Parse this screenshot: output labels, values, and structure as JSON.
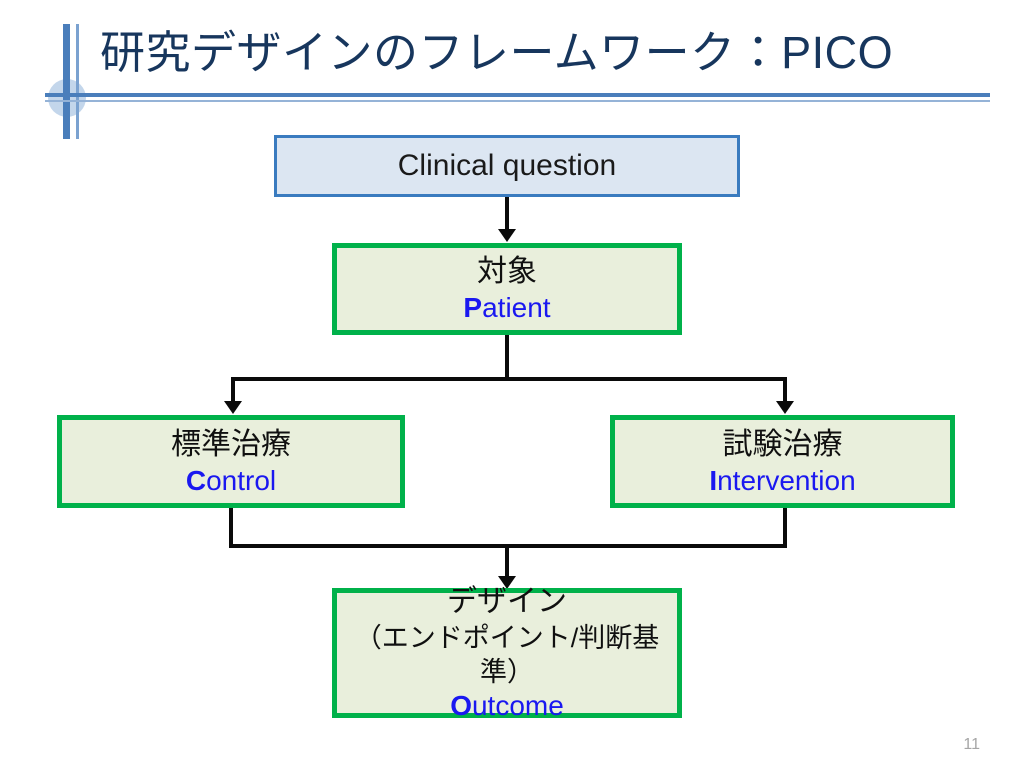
{
  "slide": {
    "title": "研究デザインのフレームワーク：PICO",
    "page_number": "11",
    "colors": {
      "title_text": "#17365D",
      "rule_primary": "#4A7EBB",
      "rule_secondary": "#95B3D7",
      "blue_box_fill": "#DCE6F2",
      "blue_box_border": "#3A7BBF",
      "green_box_fill": "#E9EFDC",
      "green_box_border": "#00B14A",
      "english_label": "#1A18F0",
      "connector": "#0A0A0A",
      "page_number": "#A6A6A6"
    }
  },
  "flow": {
    "clinical_question": {
      "label": "Clinical question"
    },
    "patient": {
      "japanese": "対象",
      "english_initial": "P",
      "english_rest": "atient"
    },
    "control": {
      "japanese": "標準治療",
      "english_initial": "C",
      "english_rest": "ontrol"
    },
    "intervention": {
      "japanese": "試験治療",
      "english_initial": "I",
      "english_rest": "ntervention"
    },
    "outcome": {
      "japanese": "デザイン",
      "japanese_sub": "（エンドポイント/判断基準）",
      "english_initial": "O",
      "english_rest": "utcome"
    }
  }
}
